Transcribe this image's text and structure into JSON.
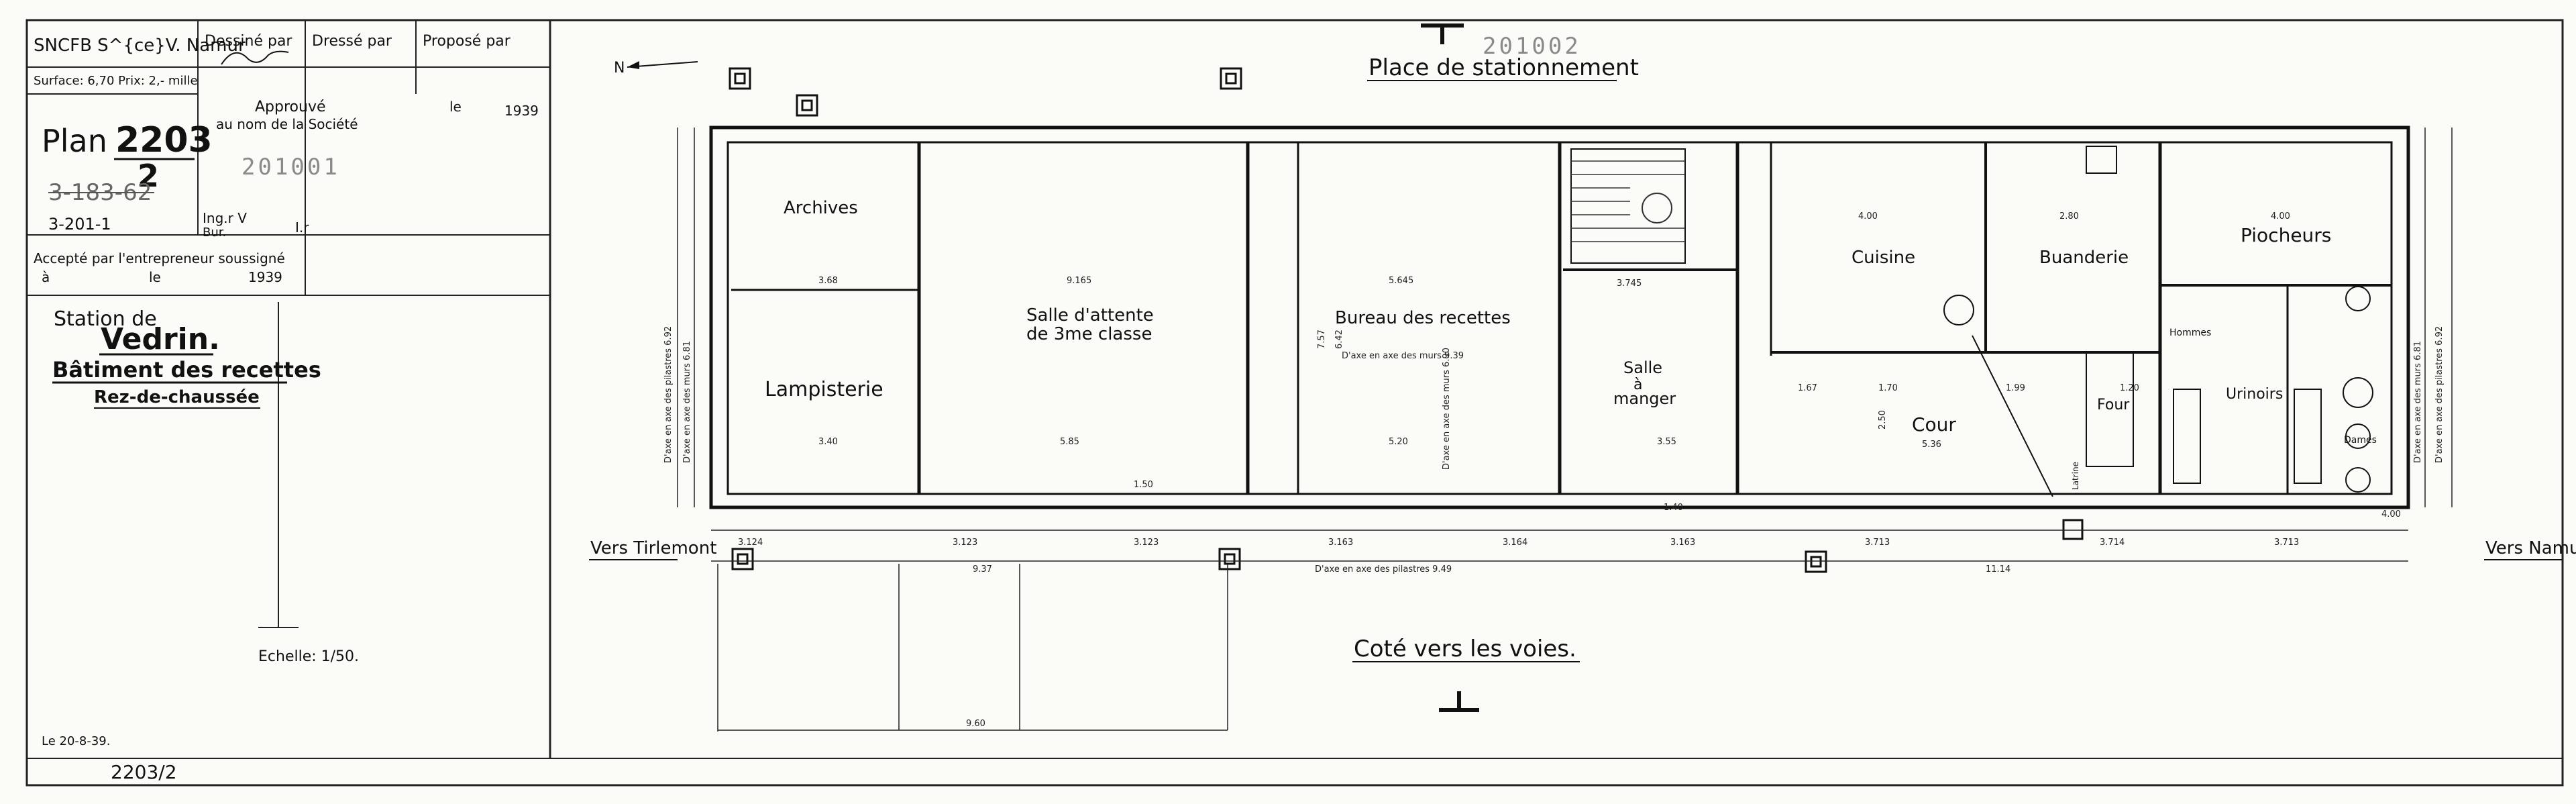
{
  "title_block": {
    "company": "SNCFB S^{ce}V. Namur",
    "dessine_label": "Dessiné par",
    "dresse_label": "Dressé par",
    "propose_label": "Proposé par",
    "surface": "Surface: 6,70 Prix: 2,- mille",
    "plan_label": "Plan",
    "plan_number": "2203",
    "plan_sub": "2",
    "ref1": "3-183-62",
    "ref2": "3-201-1",
    "approuve": "Approuvé",
    "au_nom": "au nom de la Société",
    "le": "le",
    "year1": "1939",
    "stamp_number": "201001",
    "ingr": "Ing.r V",
    "bur": "Bur.",
    "ir": "I.r",
    "accepte": "Accepté par l'entrepreneur soussigné",
    "a": "à",
    "le2": "le",
    "year2": "1939",
    "station_of": "Station de",
    "station": "Vedrin.",
    "building": "Bâtiment des recettes",
    "floor": "Rez-de-chaussée",
    "scale": "Echelle: 1/50.",
    "date": "Le 20-8-39.",
    "footer_ref": "2203/2"
  },
  "drawing": {
    "top_stamp": "201002",
    "north": "N",
    "street_label": "Place de stationnement",
    "tracks_label": "Coté vers les voies.",
    "left_dir": "Vers Tirlemont",
    "right_dir": "Vers Namur",
    "rooms": {
      "archives": "Archives",
      "lampisterie": "Lampisterie",
      "salle_attente": "Salle d'attente",
      "salle_attente2": "de 3me classe",
      "bureau": "Bureau des recettes",
      "salle_manger": "Salle",
      "salle_manger2": "à",
      "salle_manger3": "manger",
      "cuisine": "Cuisine",
      "buanderie": "Buanderie",
      "piocheurs": "Piocheurs",
      "cour": "Cour",
      "four": "Four",
      "urinoirs": "Urinoirs",
      "latrine": "Latrine",
      "hommes": "Hommes",
      "dames": "Dames"
    },
    "dims": {
      "d368": "3.68",
      "d340": "3.40",
      "d9165": "9.165",
      "d585": "5.85",
      "d5645": "5.645",
      "d520": "5.20",
      "d3745": "3.745",
      "d355": "3.55",
      "d400": "4.00",
      "d280": "2.80",
      "d400b": "4.00",
      "d536": "5.36",
      "d150": "1.50",
      "d3124": "3.124",
      "d3123": "3.123",
      "d3123b": "3.123",
      "d3163": "3.163",
      "d3164": "3.164",
      "d3163b": "3.163",
      "d3713": "3.713",
      "d3714": "3.714",
      "d3713b": "3.713",
      "d937": "9.37",
      "d949": "D'axe en axe des pilastres 9.49",
      "d1114": "11.14",
      "d960": "9.60",
      "d939": "D'axe en axe des murs 9.39",
      "d692l": "D'axe en axe des pilastres 6.92",
      "d681l": "D'axe en axe des murs 6.81",
      "d692r": "D'axe en axe des pilastres 6.92",
      "d681r": "D'axe en axe des murs 6.81",
      "d757": "7.57",
      "d642": "6.42",
      "d690": "D'axe en axe des murs 6.90",
      "d167": "1.67",
      "d170": "1.70",
      "d199": "1.99",
      "d250": "2.50",
      "d140": "1.40",
      "d120": "1.20",
      "d400c": "4.00"
    }
  }
}
